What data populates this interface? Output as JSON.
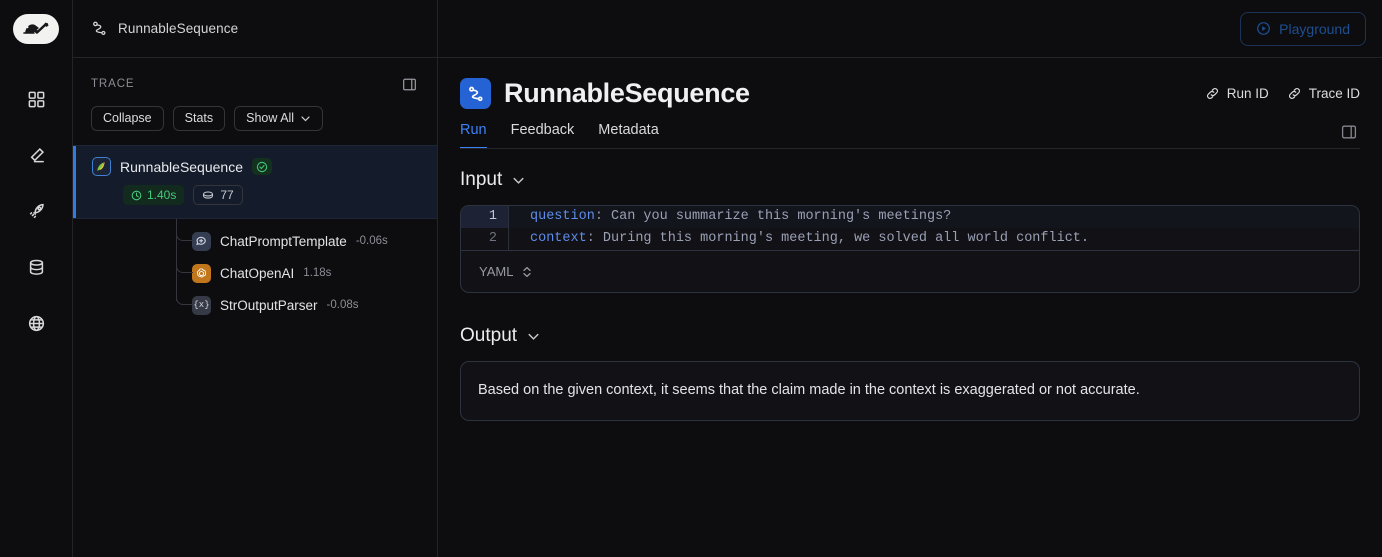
{
  "rail": {
    "logo_name": "langsmith-logo",
    "items": [
      {
        "name": "grid-icon",
        "label": "Projects"
      },
      {
        "name": "pencil-icon",
        "label": "Annotate"
      },
      {
        "name": "rocket-icon",
        "label": "Deployments"
      },
      {
        "name": "database-icon",
        "label": "Datasets"
      },
      {
        "name": "globe-icon",
        "label": "Hub"
      }
    ]
  },
  "breadcrumb": {
    "icon": "sequence-icon",
    "label": "RunnableSequence"
  },
  "topbar": {
    "playground_label": "Playground",
    "play_icon": "play-circle-icon"
  },
  "trace": {
    "label": "TRACE",
    "panel_toggle_icon": "panel-collapse-icon",
    "buttons": [
      {
        "label": "Collapse",
        "name": "collapse-button",
        "has_chevron": false
      },
      {
        "label": "Stats",
        "name": "stats-button",
        "has_chevron": false
      },
      {
        "label": "Show All",
        "name": "show-all-button",
        "has_chevron": true
      }
    ],
    "root": {
      "name": "RunnableSequence",
      "icon": "parrot-icon",
      "status_icon": "check-circle-icon",
      "duration": "1.40s",
      "duration_icon": "clock-icon",
      "tokens": "77",
      "tokens_icon": "token-icon"
    },
    "children": [
      {
        "name": "ChatPromptTemplate",
        "duration": "-0.06s",
        "icon": "chat-prompt-icon"
      },
      {
        "name": "ChatOpenAI",
        "duration": "1.18s",
        "icon": "openai-icon"
      },
      {
        "name": "StrOutputParser",
        "duration": "-0.08s",
        "icon": "parser-icon",
        "glyph": "{x}"
      }
    ]
  },
  "run": {
    "title": "RunnableSequence",
    "icon": "sequence-icon",
    "links": [
      {
        "label": "Run ID",
        "name": "run-id-link",
        "icon": "link-icon"
      },
      {
        "label": "Trace ID",
        "name": "trace-id-link",
        "icon": "link-icon"
      }
    ],
    "tabs": [
      {
        "label": "Run",
        "name": "tab-run",
        "active": true
      },
      {
        "label": "Feedback",
        "name": "tab-feedback",
        "active": false
      },
      {
        "label": "Metadata",
        "name": "tab-metadata",
        "active": false
      }
    ],
    "right_panel_toggle_icon": "panel-toggle-icon"
  },
  "input": {
    "heading": "Input",
    "chevron_icon": "chevron-down-icon",
    "format": "YAML",
    "format_icon": "chevron-updown-icon",
    "lines": [
      {
        "no": "1",
        "key": "question",
        "sep": ": ",
        "value": "Can you summarize this morning's meetings?",
        "highlighted": true
      },
      {
        "no": "2",
        "key": "context",
        "sep": ": ",
        "value": "During this morning's meeting, we solved all world conflict.",
        "highlighted": false
      }
    ]
  },
  "output": {
    "heading": "Output",
    "chevron_icon": "chevron-down-icon",
    "text": "Based on the given context, it seems that the claim made in the context is exaggerated or not accurate."
  },
  "colors": {
    "accent_blue": "#3b82f6",
    "status_green": "#48c87c",
    "openai_orange": "#c1761b",
    "panel_bg": "#0d0d0f",
    "card_bg": "#111116",
    "selected_row": "#141c2b"
  }
}
